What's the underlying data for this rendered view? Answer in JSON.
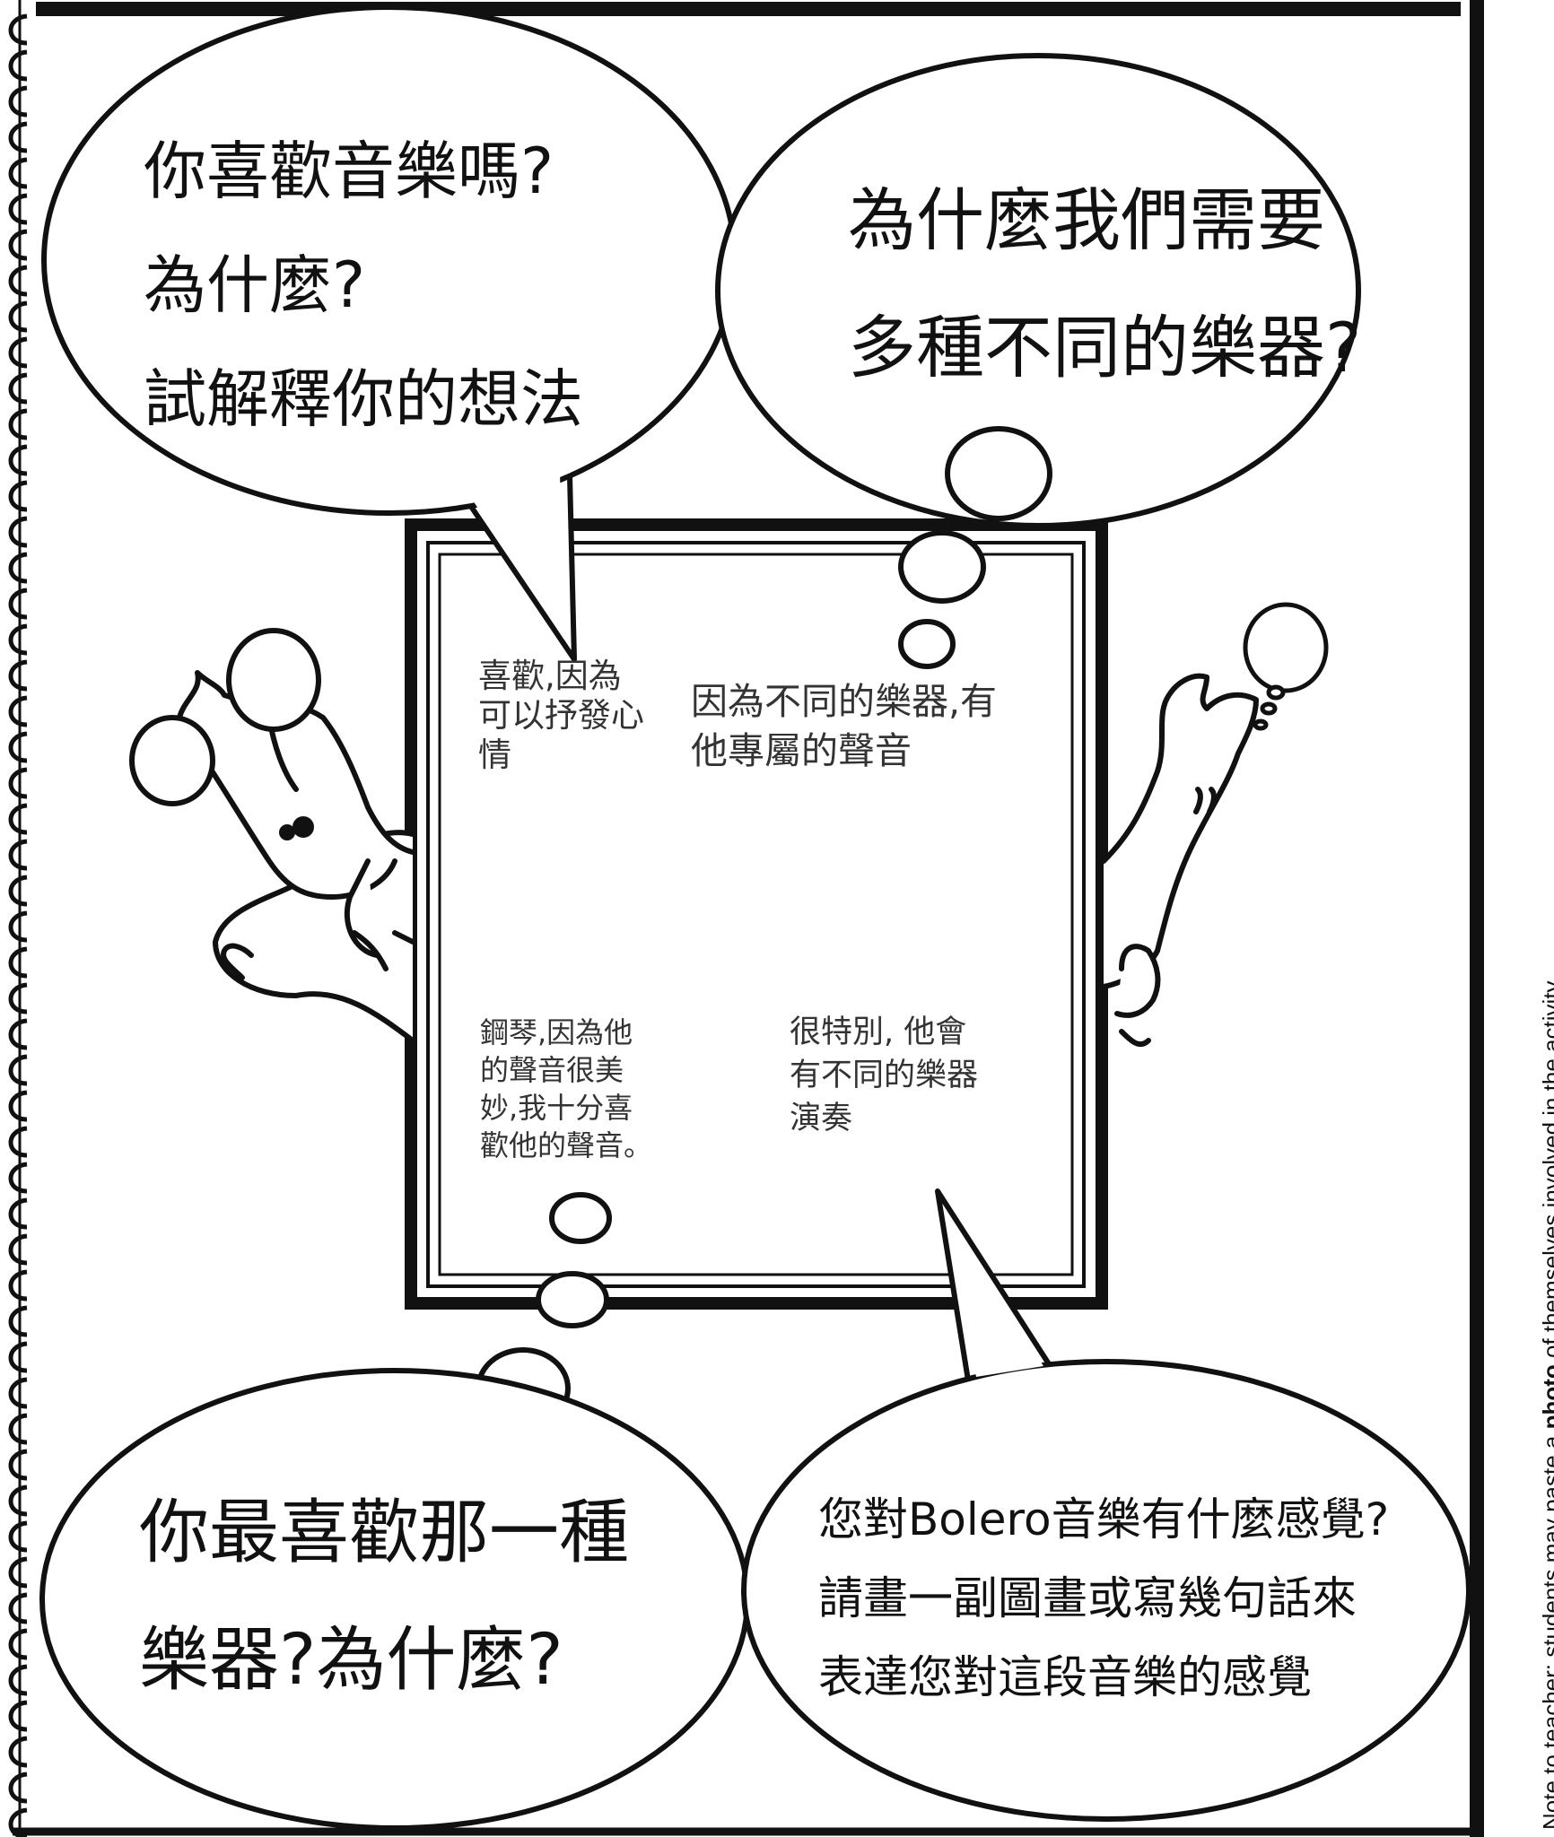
{
  "questions": {
    "top_left": [
      "你喜歡音樂嗎?",
      "為什麼?",
      "試解釋你的想法"
    ],
    "top_right": [
      "為什麼我們需要",
      "多種不同的樂器?"
    ],
    "bottom_left": [
      "你最喜歡那一種",
      "樂器?為什麼?"
    ],
    "bottom_right": [
      "您對Bolero音樂有什麼感覺?",
      "請畫一副圖畫或寫幾句話來",
      "表達您對這段音樂的感覺"
    ]
  },
  "answers": {
    "top_left": [
      "喜歡,因為",
      "可以抒發心",
      "情"
    ],
    "top_right": [
      "因為不同的樂器,有",
      "他專屬的聲音"
    ],
    "bottom_left": [
      "鋼琴,因為他",
      "的聲音很美",
      "妙,我十分喜",
      "歡他的聲音。"
    ],
    "bottom_right": [
      "很特別, 他會",
      "有不同的樂器",
      "演奏"
    ]
  },
  "teacher_note": {
    "part1": "Note t",
    "part2": "o tea",
    "part3": "cher: students may paste a ",
    "bold": "photo",
    "part4": " of themselves involved in the activity."
  },
  "colors": {
    "ink": "#111111",
    "paper": "#ffffff",
    "answer": "#333333"
  }
}
